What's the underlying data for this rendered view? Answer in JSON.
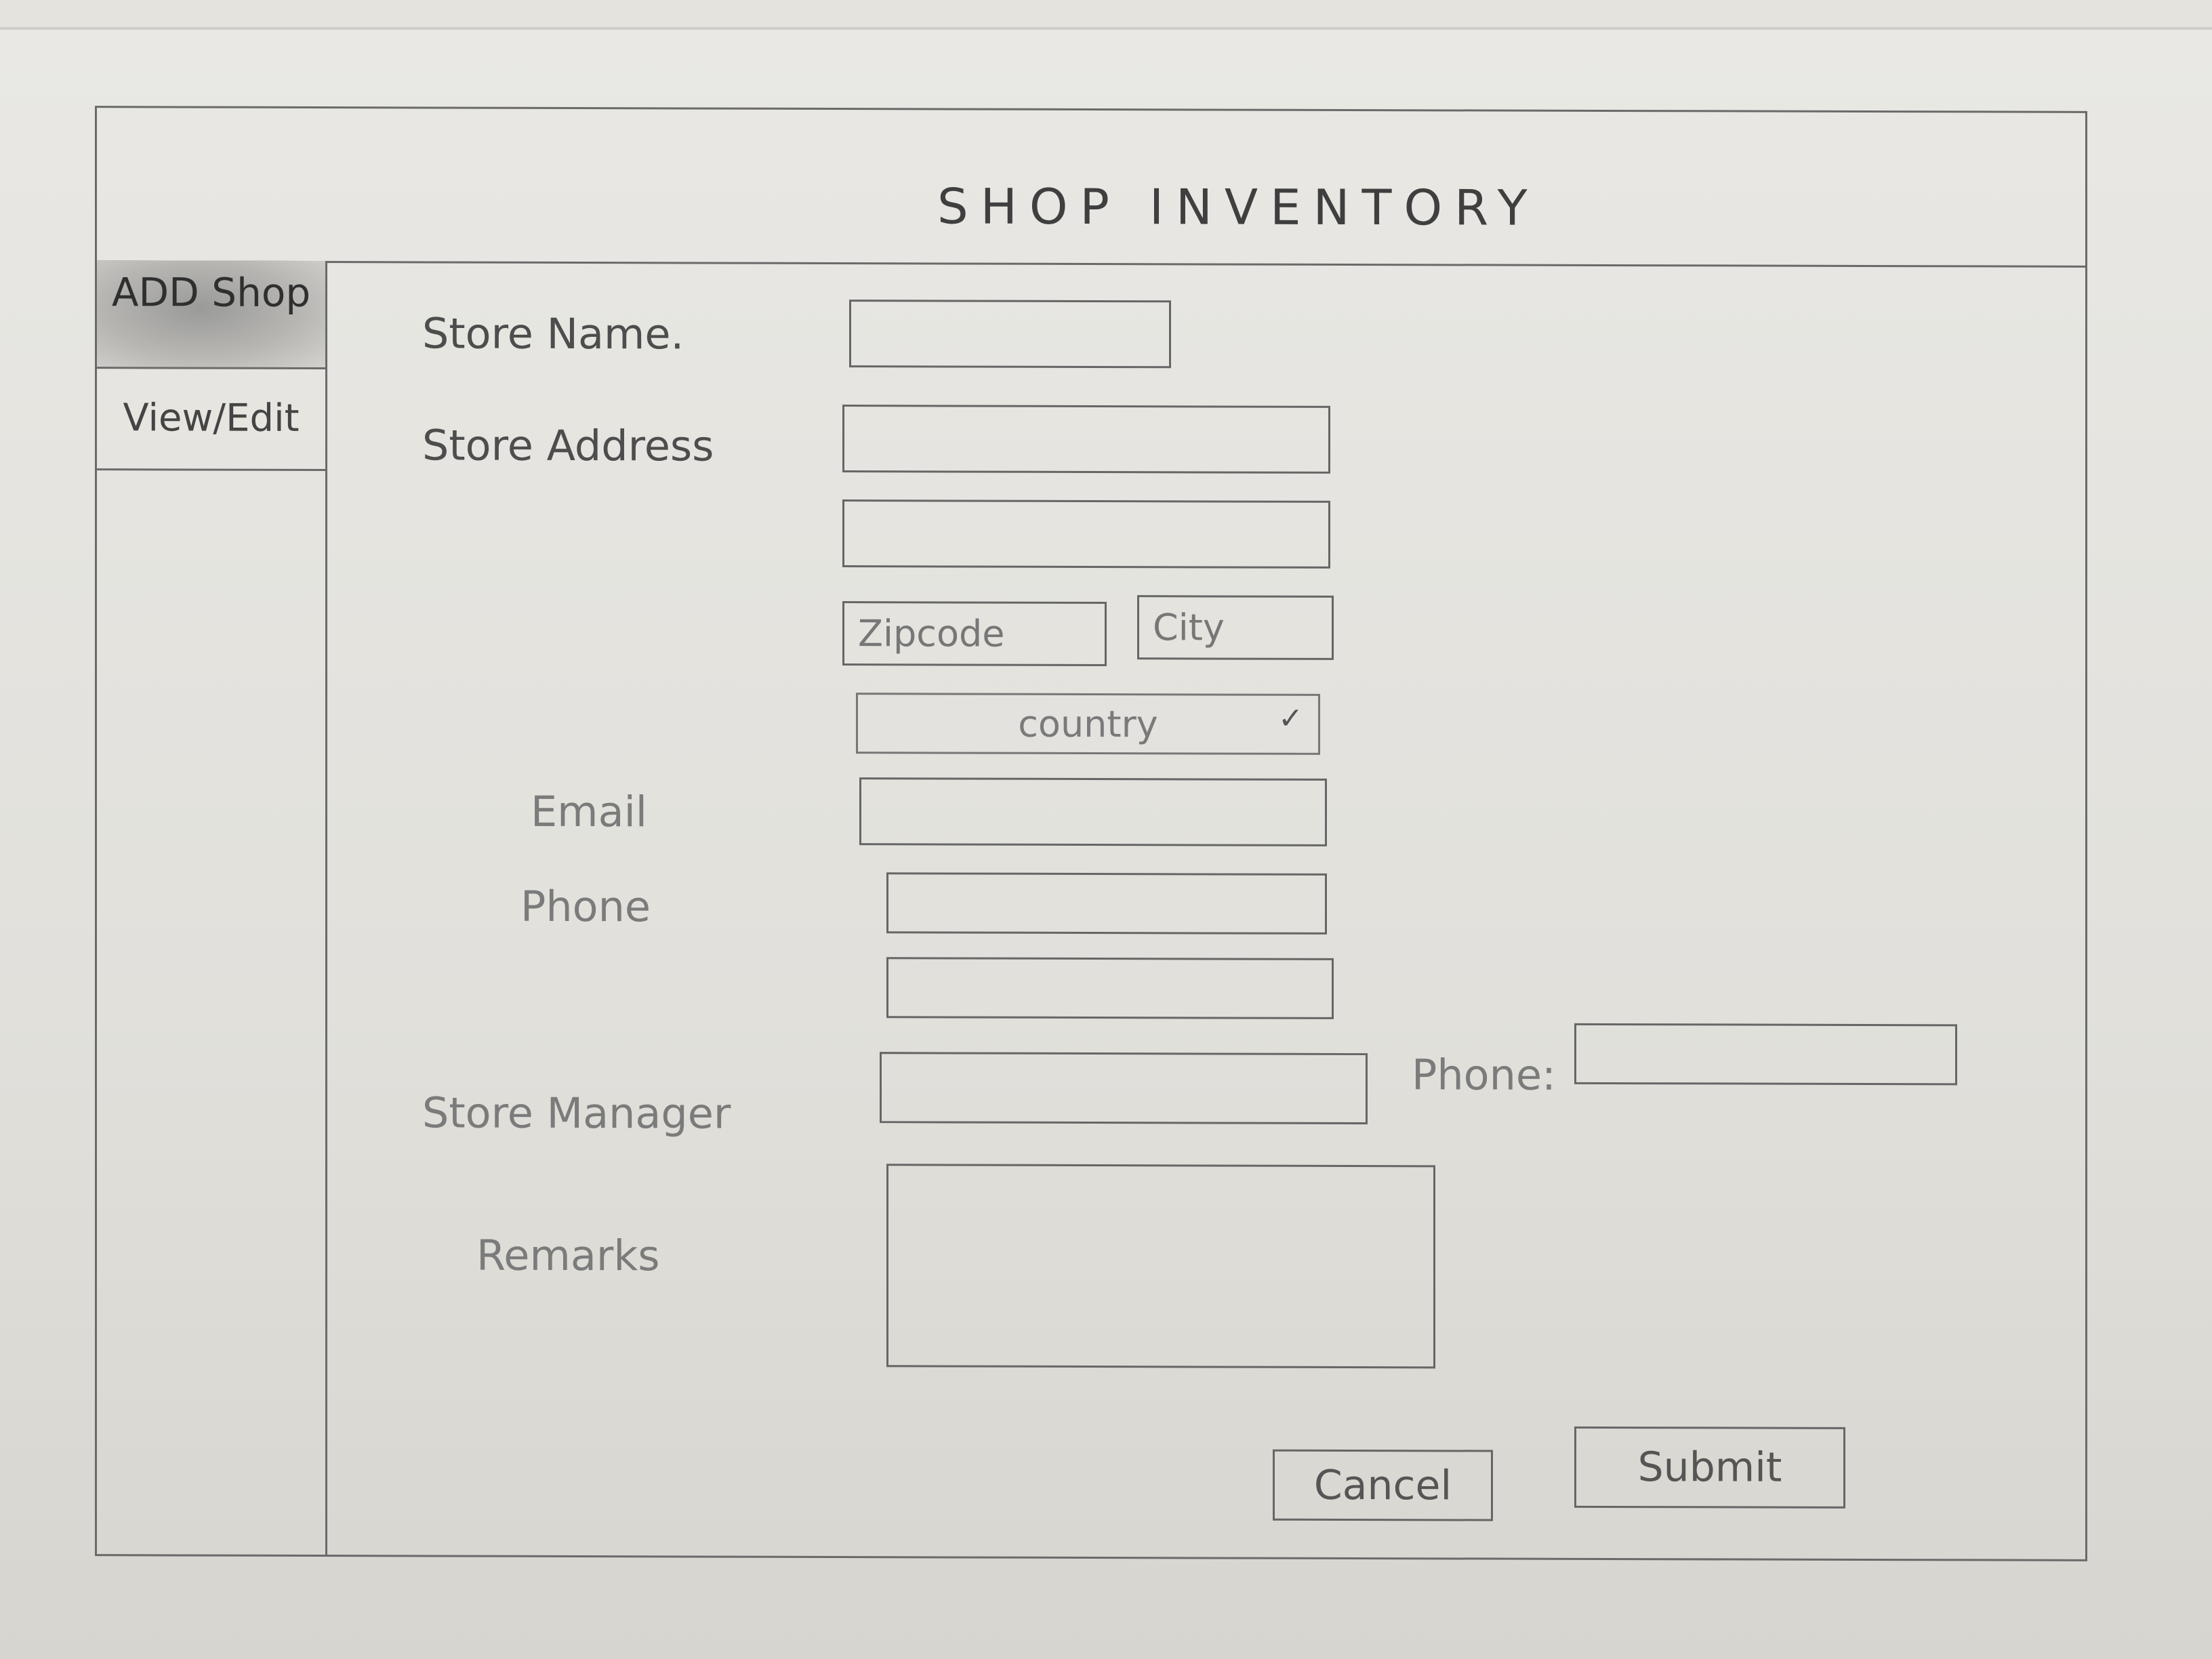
{
  "header": {
    "title": "SHOP INVENTORY"
  },
  "sidebar": {
    "items": [
      {
        "label": "ADD Shop",
        "active": true
      },
      {
        "label": "View/Edit",
        "active": false
      }
    ]
  },
  "form": {
    "store_name_label": "Store Name.",
    "store_address_label": "Store Address",
    "zipcode_placeholder": "Zipcode",
    "city_placeholder": "City",
    "country_selected": "country",
    "email_label": "Email",
    "phone_label": "Phone",
    "store_manager_label": "Store Manager",
    "manager_phone_label": "Phone:",
    "remarks_label": "Remarks"
  },
  "actions": {
    "cancel_label": "Cancel",
    "submit_label": "Submit"
  },
  "icons": {
    "country_dropdown": "chevron-down-icon"
  }
}
